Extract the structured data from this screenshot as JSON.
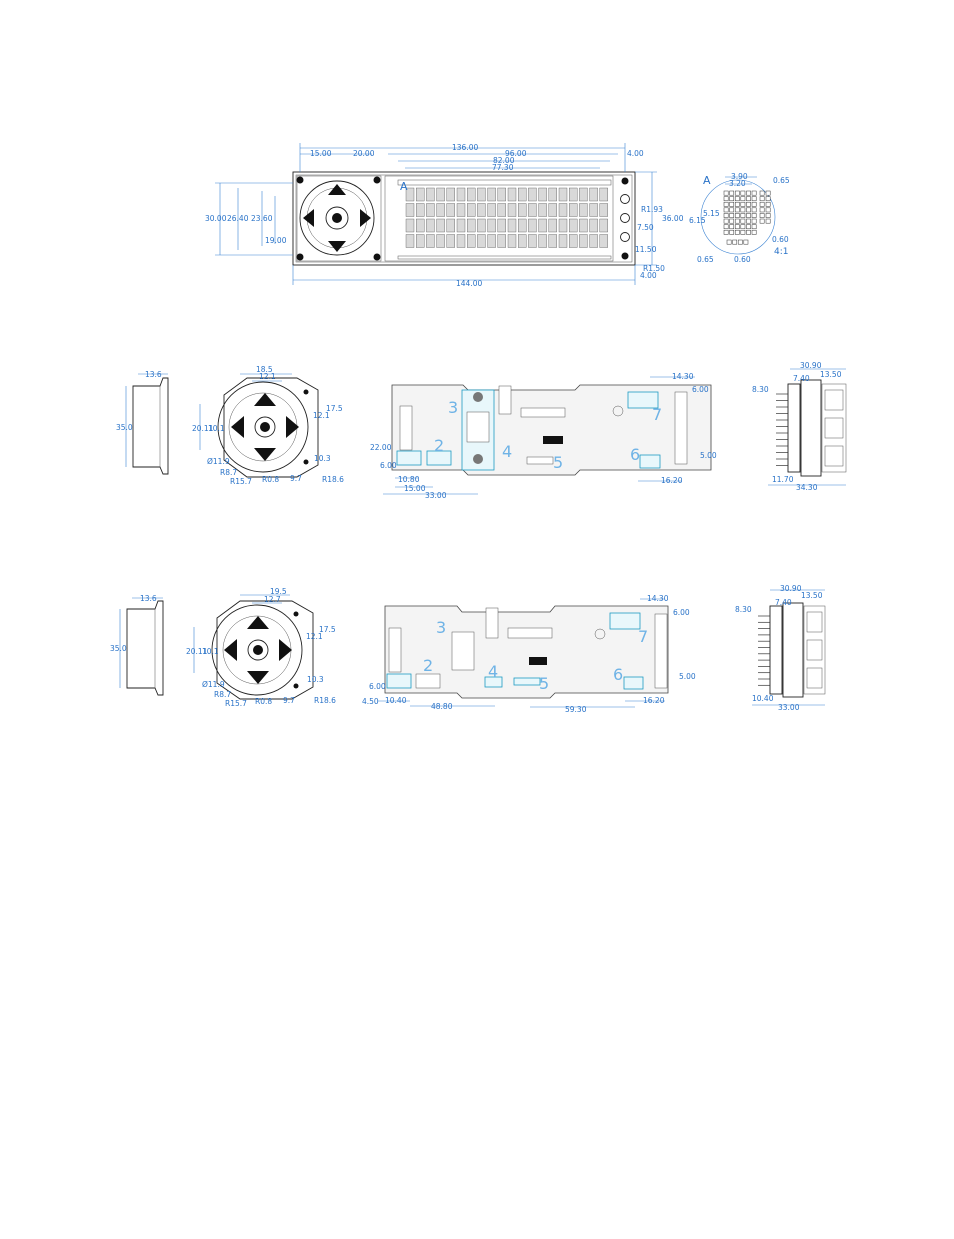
{
  "front": {
    "w136": "136.00",
    "w144": "144.00",
    "w96": "96.00",
    "w82": "82.00",
    "w77": "77.30",
    "w15": "15.00",
    "w20": "20.00",
    "w4a": "4.00",
    "w4b": "4.00",
    "h30": "30.00",
    "h26": "26.40",
    "h23": "23.60",
    "h19": "19.00",
    "h36": "36.00",
    "r193": "R1.93",
    "h750": "7.50",
    "h1150": "11.50",
    "r150": "R1.50",
    "label_a": "A"
  },
  "detail": {
    "w390": "3.90",
    "w320": "3.20",
    "w065": "0.65",
    "h615": "6.15",
    "h515": "5.15",
    "w060r": "0.60",
    "w065b": "0.65",
    "w060b": "0.60",
    "scale": "4:1",
    "label_a": "A"
  },
  "row2": {
    "side_w": "13.6",
    "side_h": "35.0",
    "k185": "18.5",
    "k121": "12.1",
    "k121b": "12.1",
    "k175": "17.5",
    "k201": "20.11",
    "k101": "10.1",
    "k103": "10.3",
    "d119": "Ø11.9",
    "r87": "R8.7",
    "r157": "R15.7",
    "r08": "R0.8",
    "k97": "9.7",
    "r186": "R18.6",
    "b2200": "22.00",
    "b600": "6.00",
    "b1080": "10.80",
    "b1500": "15.00",
    "b3300": "33.00",
    "b1430": "14.30",
    "b600r": "6.00",
    "b500": "5.00",
    "b1620": "16.20",
    "n2": "2",
    "n3": "3",
    "n4": "4",
    "n5": "5",
    "n6": "6",
    "n7": "7",
    "r3090": "30.90",
    "r740": "7.40",
    "r1350": "13.50",
    "r830": "8.30",
    "r1170": "11.70",
    "r3430": "34.30"
  },
  "row3": {
    "side_w": "13.6",
    "side_h": "35.0",
    "k195": "19.5",
    "k127": "12.7",
    "k121": "12.1",
    "k175": "17.5",
    "k201": "20.11",
    "k101": "10.1",
    "k103": "10.3",
    "d119": "Ø11.9",
    "r87": "R8.7",
    "r157": "R15.7",
    "r08": "R0.8",
    "k97": "9.7",
    "r186": "R18.6",
    "b600": "6.00",
    "b450": "4.50",
    "b1040": "10.40",
    "b4880": "48.80",
    "b5930": "59.30",
    "b1430": "14.30",
    "b600r": "6.00",
    "b500": "5.00",
    "b1620": "16.20",
    "n2": "2",
    "n3": "3",
    "n4": "4",
    "n5": "5",
    "n6": "6",
    "n7": "7",
    "r3090": "30.90",
    "r740": "7.40",
    "r1350": "13.50",
    "r830": "8.30",
    "r1040": "10.40",
    "r3300": "33.00"
  },
  "colors": {
    "dimension": "#2a73c8",
    "callout": "#6fb3e6",
    "outline": "#222222",
    "highlight": "#1d9cc4"
  }
}
